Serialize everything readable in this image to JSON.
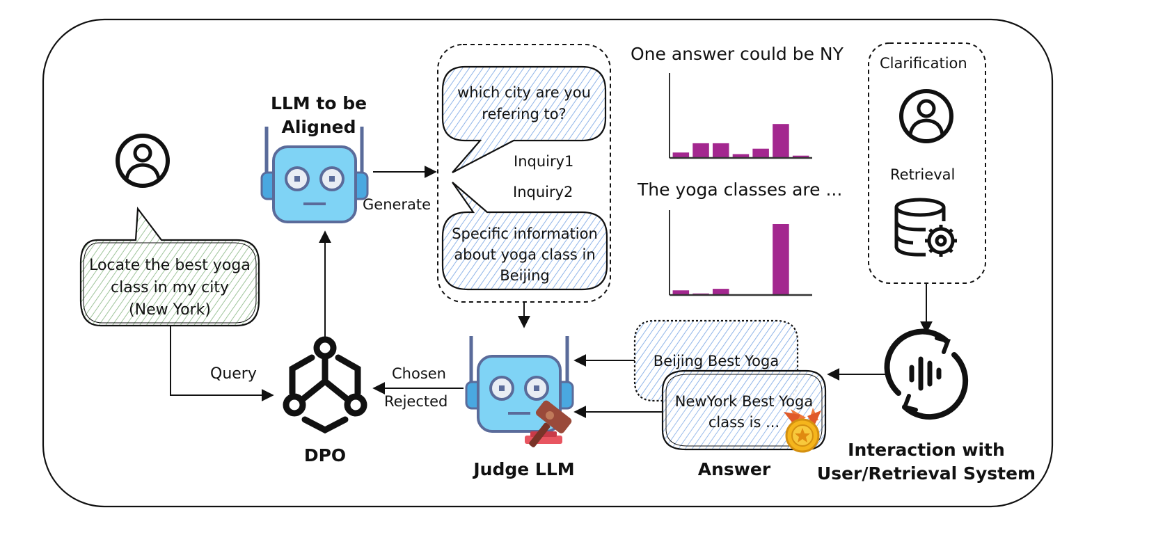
{
  "user_query": {
    "bubble_text_lines": [
      "Locate the best yoga",
      "class in my city",
      "(New York)"
    ],
    "edge_label": "Query"
  },
  "llm": {
    "title_lines": [
      "LLM to be",
      "Aligned"
    ],
    "edge_label": "Generate"
  },
  "inquiries": {
    "bubble1_lines": [
      "which city are you",
      "refering to?"
    ],
    "bubble2_lines": [
      "Specific information",
      "about yoga class in",
      "Beijing"
    ],
    "inquiry1_label": "Inquiry1",
    "inquiry2_label": "Inquiry2"
  },
  "charts": {
    "chart1_title": "One answer could be NY",
    "chart2_title": "The yoga classes are ..."
  },
  "chart_data": [
    {
      "type": "bar",
      "values": [
        0.7,
        1.9,
        1.9,
        0.5,
        1.2,
        4.4,
        0.3
      ],
      "ylim": [
        0,
        11
      ],
      "color": "#a3278f"
    },
    {
      "type": "bar",
      "values": [
        0.6,
        0.2,
        0.8,
        0,
        0,
        9.2,
        0
      ],
      "ylim": [
        0,
        11
      ],
      "color": "#a3278f"
    }
  ],
  "sources": {
    "clarification_label": "Clarification",
    "retrieval_label": "Retrieval",
    "interaction_lines": [
      "Interaction with",
      "User/Retrieval System"
    ]
  },
  "answers": {
    "answer1_lines": [
      "Beijing Best Yoga"
    ],
    "answer2_lines": [
      "NewYork Best Yoga",
      "class is ..."
    ],
    "label": "Answer"
  },
  "judge": {
    "label": "Judge LLM",
    "chosen_label": "Chosen",
    "rejected_label": "Rejected"
  },
  "dpo": {
    "label": "DPO"
  },
  "colors": {
    "bar": "#a3278f",
    "robot_face": "#7fd3f5",
    "robot_ear": "#4aa8e0",
    "robot_outline": "#5a6b9a",
    "bubble_blue_hatch": "#8fb4e8",
    "bubble_green_hatch": "#9ec49a",
    "medal_gold": "#f5b51c",
    "medal_ribbon": "#f07a3c",
    "gavel": "#9a4a3a"
  }
}
